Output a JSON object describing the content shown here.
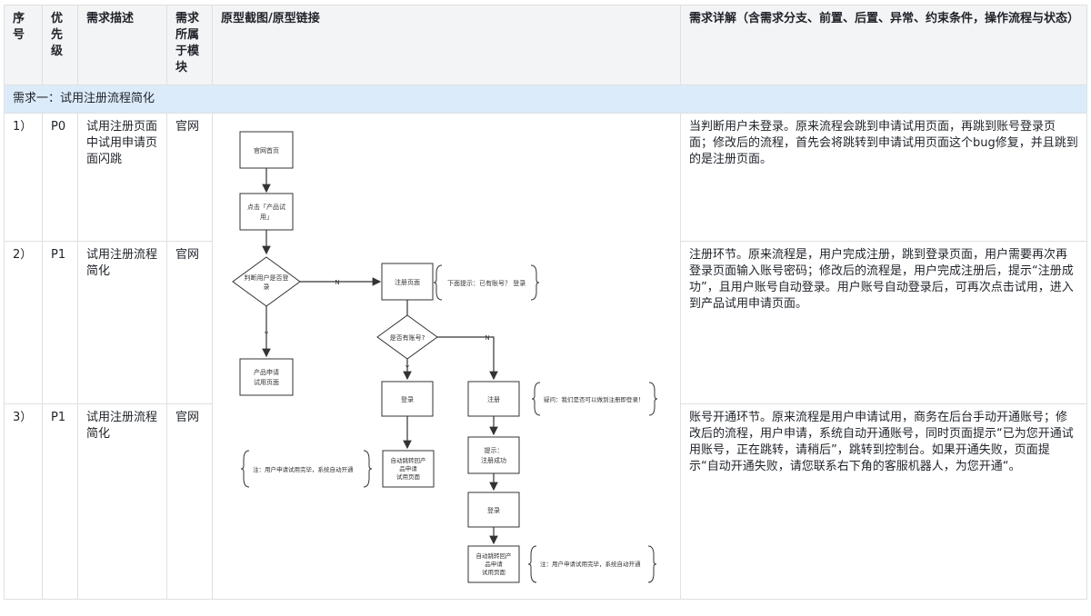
{
  "headers": {
    "seq": "序号",
    "priority": "优先级",
    "desc": "需求描述",
    "module": "需求所属于模块",
    "prototype": "原型截图/原型链接",
    "detail": "需求详解（含需求分支、前置、后置、异常、约束条件，操作流程与状态）"
  },
  "section_title": "需求一：试用注册流程简化",
  "rows": [
    {
      "seq": "1）",
      "priority": "P0",
      "desc": "试用注册页面中试用申请页面闪跳",
      "module": "官网",
      "detail": "当判断用户未登录。原来流程会跳到申请试用页面，再跳到账号登录页面；修改后的流程，首先会将跳转到申请试用页面这个bug修复，并且跳到的是注册页面。"
    },
    {
      "seq": "2）",
      "priority": "P1",
      "desc": "试用注册流程简化",
      "module": "官网",
      "detail": "注册环节。原来流程是，用户完成注册，跳到登录页面，用户需要再次再登录页面输入账号密码；修改后的流程是，用户完成注册后，提示“注册成功”，且用户账号自动登录。用户账号自动登录后，可再次点击试用，进入到产品试用申请页面。"
    },
    {
      "seq": "3）",
      "priority": "P1",
      "desc": "试用注册流程简化",
      "module": "官网",
      "detail": "账号开通环节。原来流程是用户申请试用，商务在后台手动开通账号；修改后的流程，用户申请，系统自动开通账号，同时页面提示“已为您开通试用账号，正在跳转，请稍后”，跳转到控制台。如果开通失败，页面提示“自动开通失败，请您联系右下角的客服机器人，为您开通“。"
    }
  ],
  "flowchart": {
    "home": "官网首页",
    "click_try_1": "点击「产品试",
    "click_try_2": "用」",
    "judge_login_1": "判断用户是否登",
    "judge_login_2": "录",
    "label_n1": "N",
    "label_y1": "Y",
    "trial_apply_1": "产品申请",
    "trial_apply_2": "试用页面",
    "register_page": "注册页面",
    "note_register": "下面提示：已有账号？ 登录",
    "has_account": "是否有账号?",
    "label_n2": "N",
    "label_y2": "Y",
    "login_1": "登录",
    "register": "注册",
    "note_question": "疑问：我们是否可以做到注册即登录！",
    "auto_jump_a_1": "自动跳转回产",
    "auto_jump_a_2": "品申请",
    "auto_jump_a_3": "试用页面",
    "note_auto_open_a": "注：用户申请试用完毕，系统自动开通",
    "tip_1": "提示：",
    "tip_2": "注册成功",
    "login_2": "登录",
    "auto_jump_b_1": "自动跳转回产",
    "auto_jump_b_2": "品申请",
    "auto_jump_b_3": "试用页面",
    "note_auto_open_b": "注：用户申请试用完毕，系统自动开通"
  }
}
